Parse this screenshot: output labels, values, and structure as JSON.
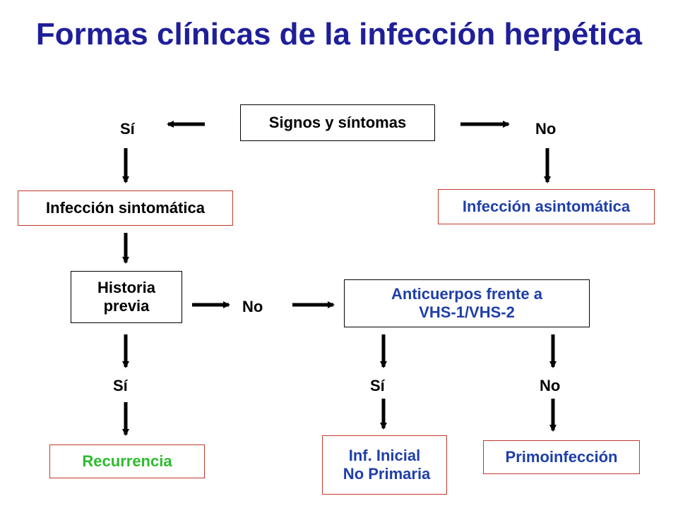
{
  "title": "Formas clínicas de la infección herpética",
  "nodes": {
    "signos": "Signos y síntomas",
    "sintomatica": "Infección sintomática",
    "asintomatica": "Infección asintomática",
    "historia": "Historia\nprevia",
    "anticuerpos": "Anticuerpos frente a\nVHS-1/VHS-2",
    "recurrencia": "Recurrencia",
    "inicial": "Inf. Inicial\n No Primaria",
    "primo": "Primoinfección"
  },
  "labels": {
    "si_top": "Sí",
    "no_top": "No",
    "no_mid": "No",
    "si_historia": "Sí",
    "si_anticuerpos": "Sí",
    "no_anticuerpos": "No"
  },
  "colors": {
    "title": "#1F1F9A",
    "blue_text": "#1F3FA8",
    "green_text": "#2EBB2E",
    "red_border": "#C0392B",
    "black": "#000000"
  }
}
